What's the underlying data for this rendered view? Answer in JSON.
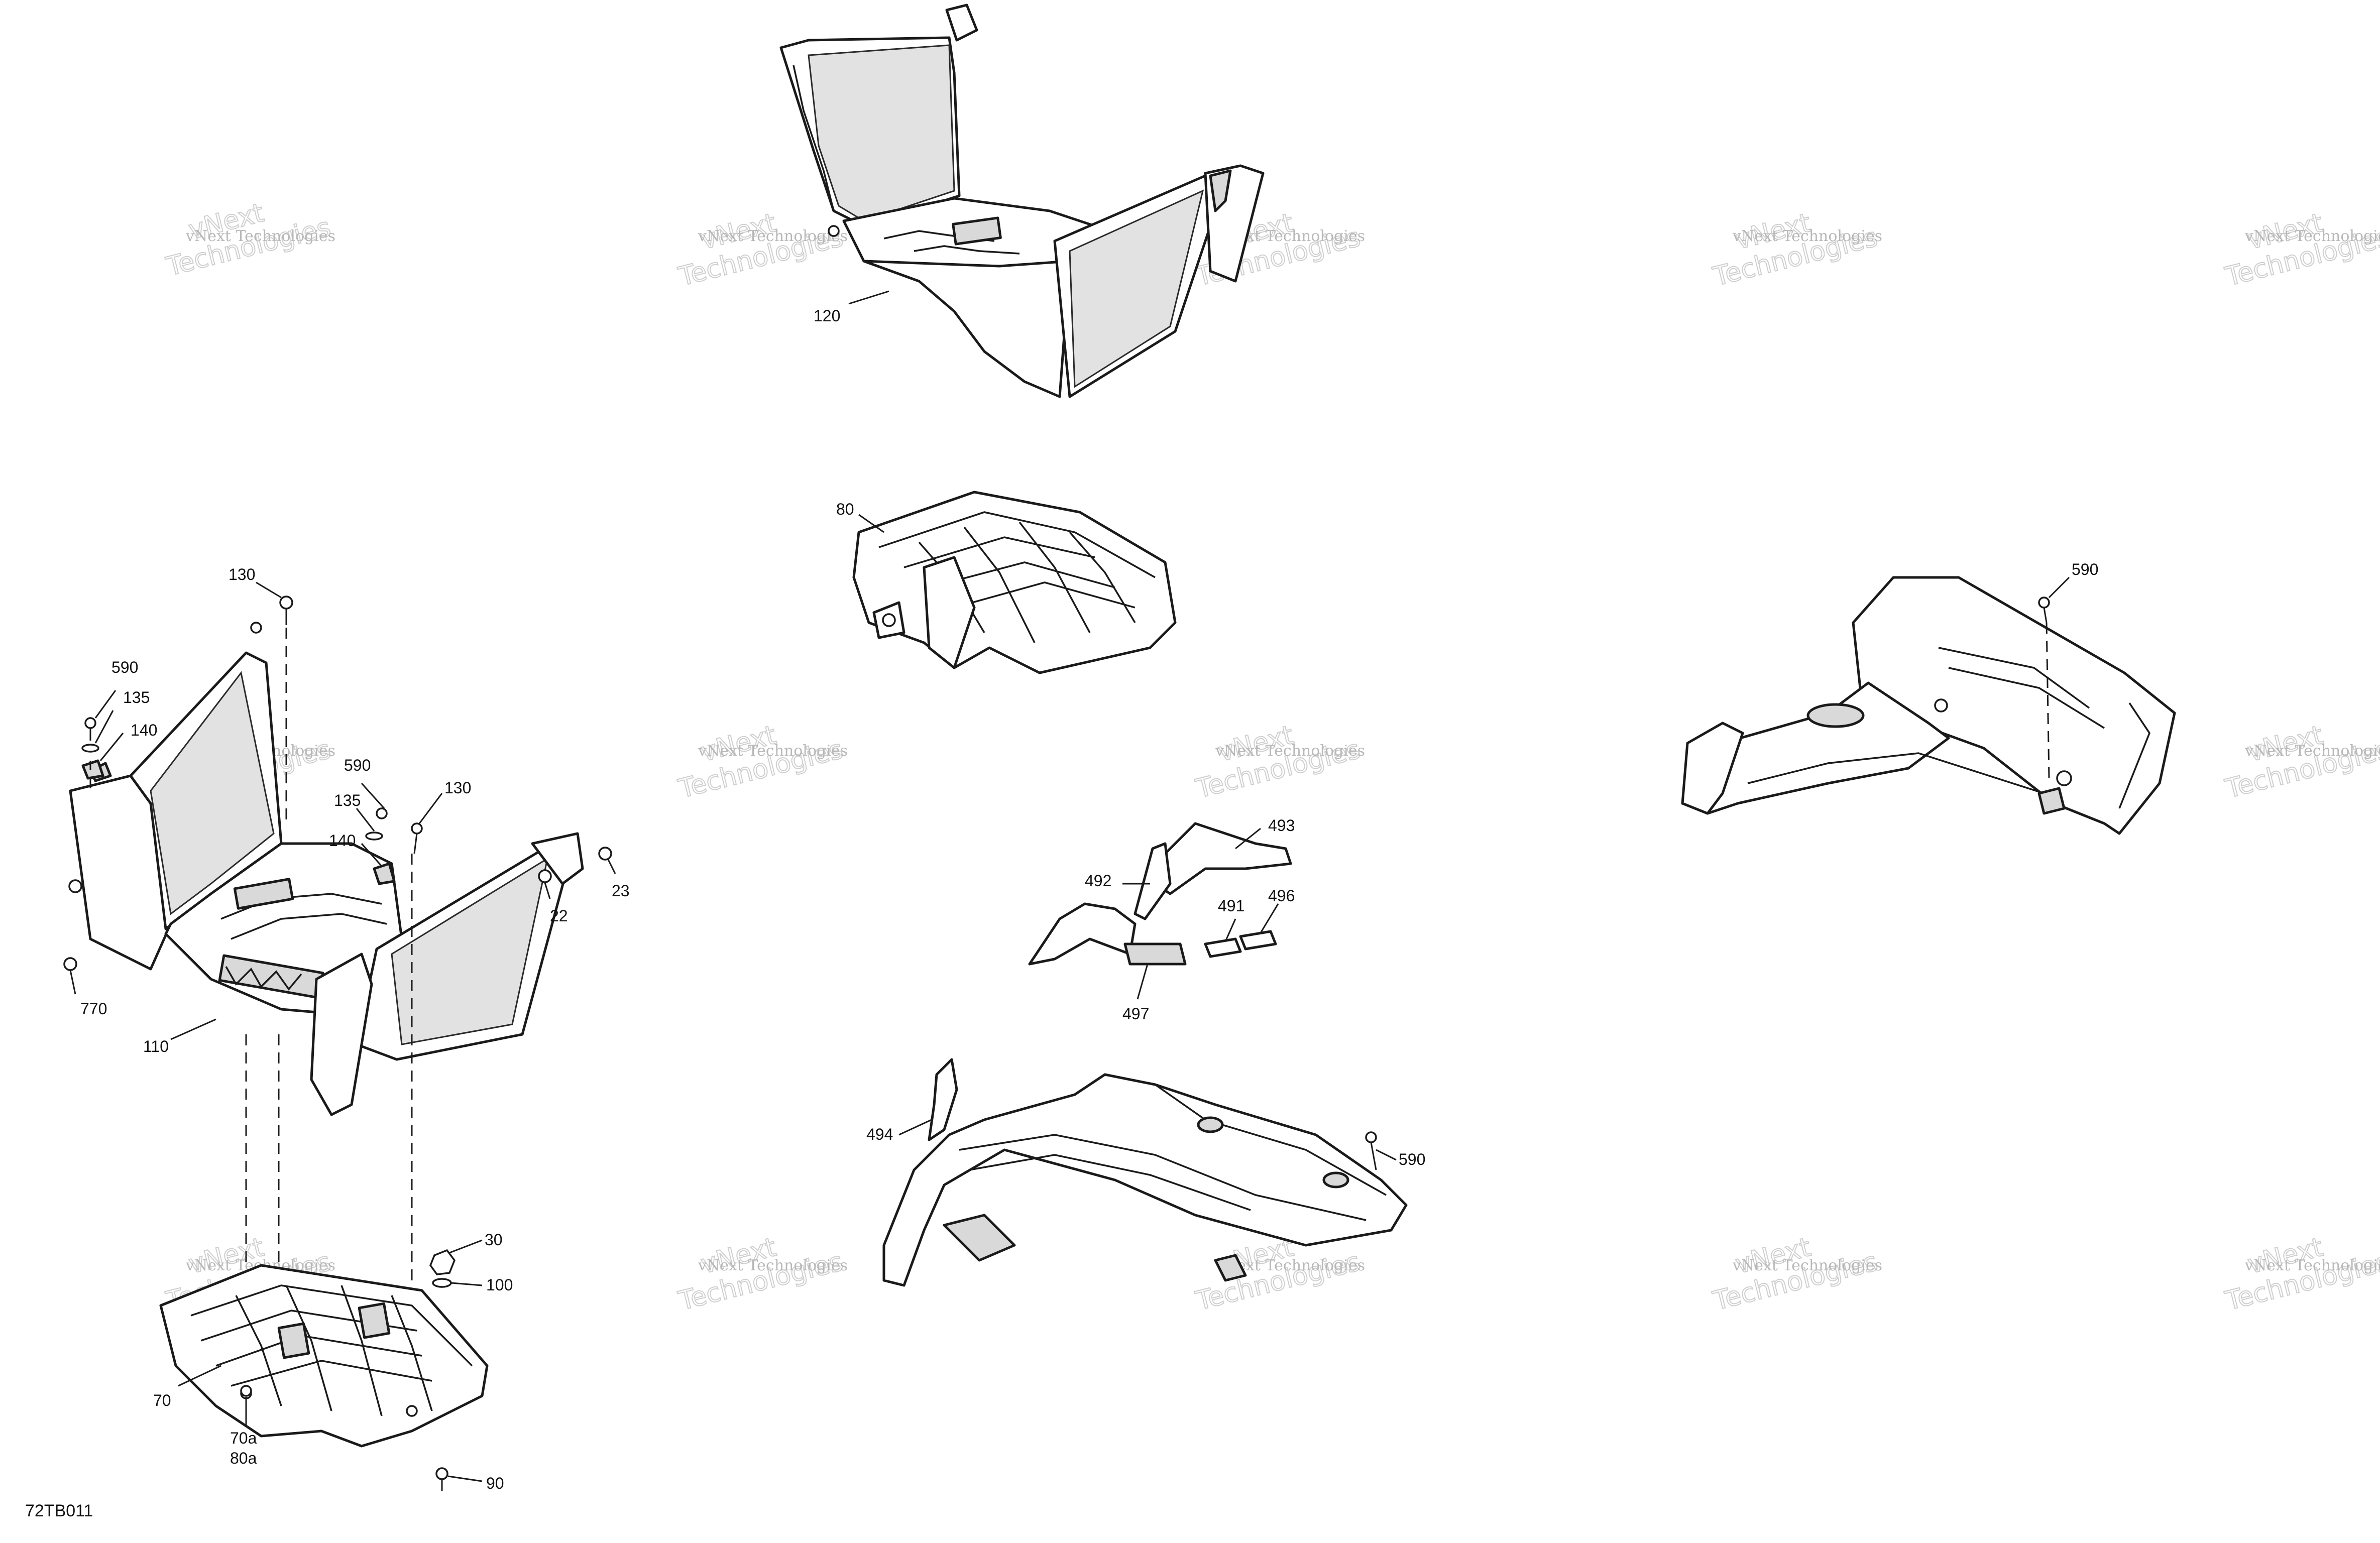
{
  "diagram": {
    "reference_code": "72TB011",
    "watermark": {
      "line1": "vNext",
      "line2": "Technologies",
      "line3": "vNext Technologies"
    },
    "callouts": {
      "c120": "120",
      "c80": "80",
      "c130a": "130",
      "c590a": "590",
      "c135a": "135",
      "c140a": "140",
      "c590b": "590",
      "c135b": "135",
      "c140b": "140",
      "c130b": "130",
      "c23": "23",
      "c22": "22",
      "c770": "770",
      "c110": "110",
      "c30": "30",
      "c100": "100",
      "c70": "70",
      "c70a": "70a",
      "c80a": "80a",
      "c90": "90",
      "c493": "493",
      "c492": "492",
      "c491": "491",
      "c496": "496",
      "c497": "497",
      "c494": "494",
      "c590c": "590",
      "c590d": "590"
    }
  }
}
